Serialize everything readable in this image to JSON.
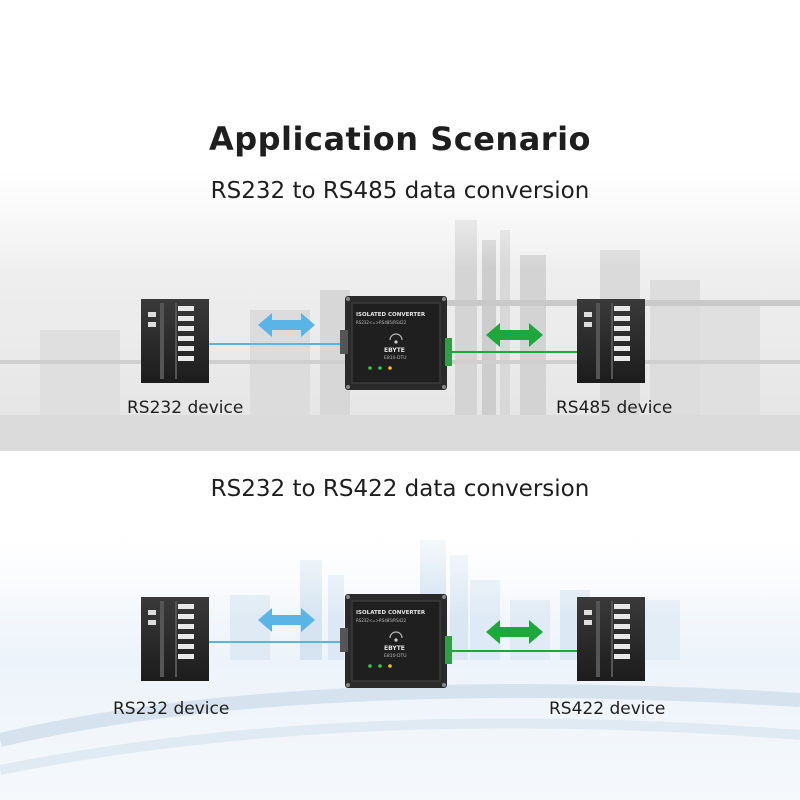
{
  "title": "Application Scenario",
  "sections": [
    {
      "subtitle": "RS232 to RS485 data conversion",
      "left_label": "RS232 device",
      "right_label": "RS485 device",
      "colors": {
        "left_link": "#5ab4e6",
        "right_link": "#1ea83c"
      }
    },
    {
      "subtitle": "RS232 to RS422 data conversion",
      "left_label": "RS232 device",
      "right_label": "RS422 device",
      "colors": {
        "left_link": "#5ab4e6",
        "right_link": "#1ea83c"
      }
    }
  ],
  "converter": {
    "header": "ISOLATED CONVERTER",
    "subheader": "RS232<=>RS485/RS422",
    "brand": "EBYTE",
    "model": "E810-DTU"
  }
}
